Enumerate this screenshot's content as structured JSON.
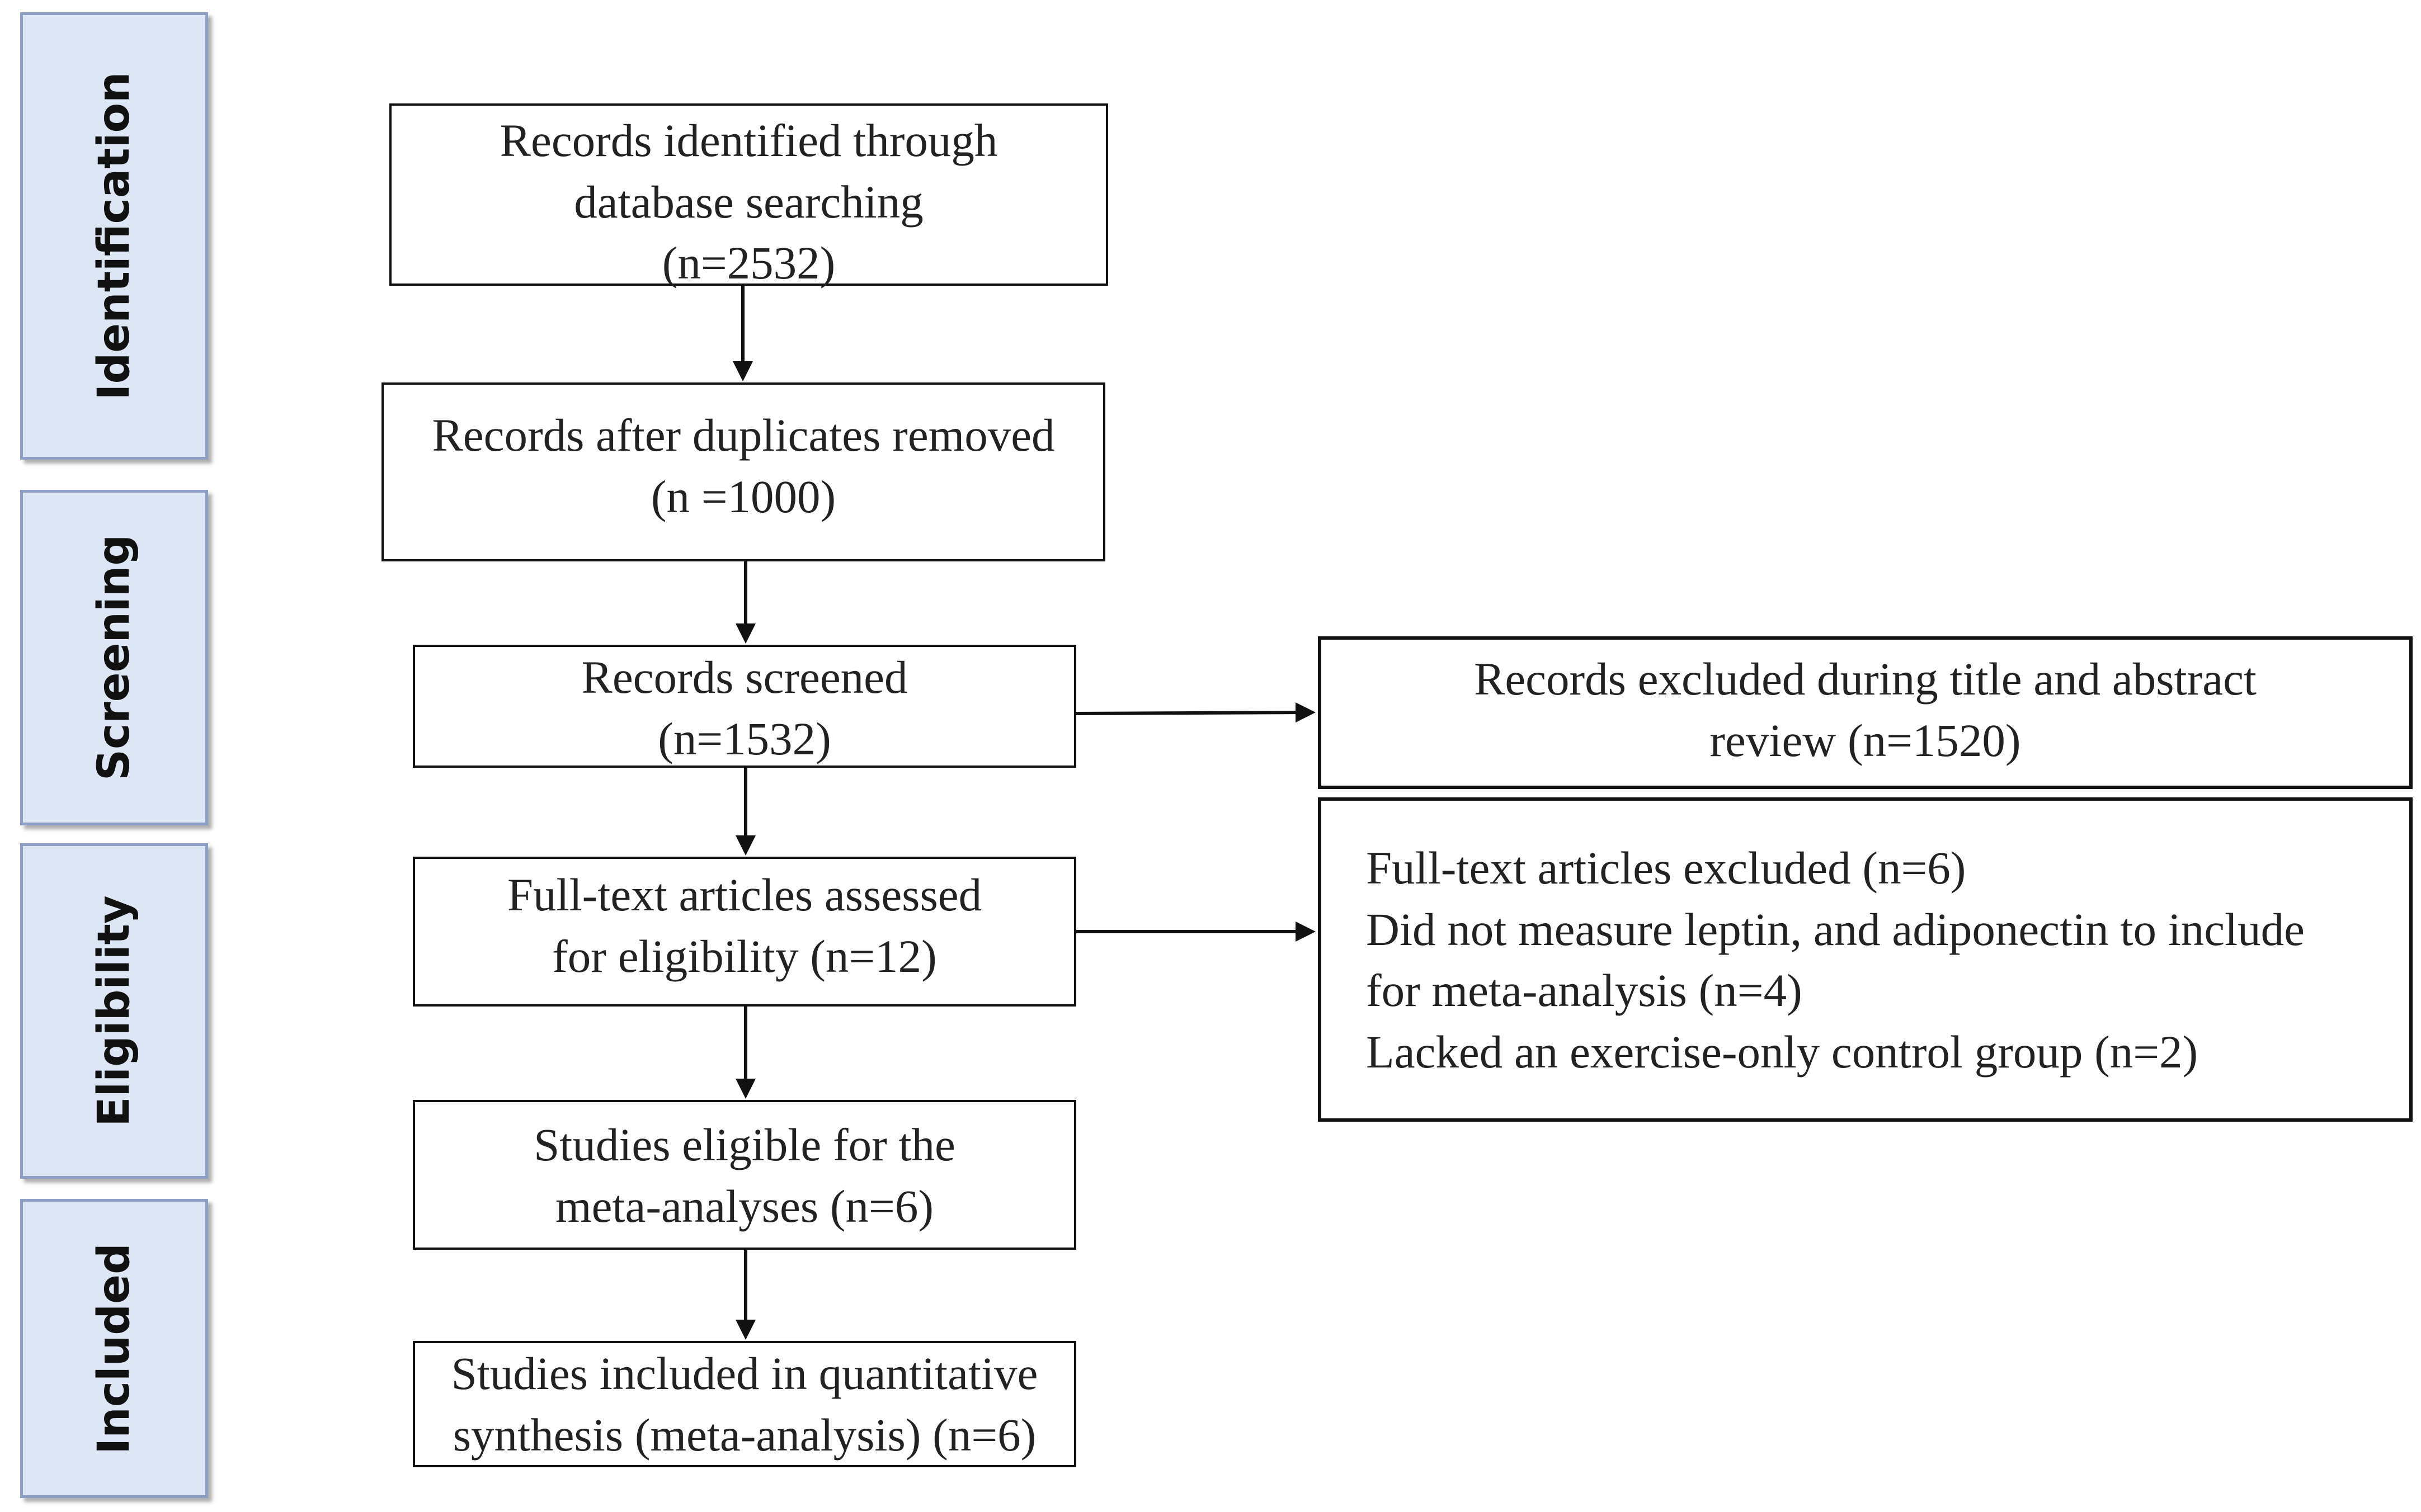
{
  "phases": [
    {
      "id": "identification",
      "label": "Identification"
    },
    {
      "id": "screening",
      "label": "Screening"
    },
    {
      "id": "eligibility",
      "label": "Eligibility"
    },
    {
      "id": "included",
      "label": "Included"
    }
  ],
  "boxes": {
    "identified": {
      "lines": [
        "Records identified through",
        "database searching",
        "(n=2532)"
      ]
    },
    "duplicates_removed": {
      "lines": [
        "Records after duplicates removed",
        "(n =1000)"
      ]
    },
    "screened": {
      "lines": [
        "Records screened",
        "(n=1532)"
      ]
    },
    "excluded_title_abstract": {
      "lines": [
        "Records excluded during title and abstract",
        "review (n=1520)"
      ]
    },
    "full_text_assessed": {
      "lines": [
        "Full-text articles assessed",
        "for eligibility (n=12)"
      ]
    },
    "full_text_excluded": {
      "lines": [
        "Full-text articles excluded (n=6)",
        "Did not measure leptin, and adiponectin to include",
        "for meta-analysis (n=4)",
        "Lacked an exercise-only control group (n=2)"
      ]
    },
    "eligible": {
      "lines": [
        "Studies eligible for the",
        "meta-analyses (n=6)"
      ]
    },
    "included": {
      "lines": [
        "Studies included in quantitative",
        "synthesis (meta-analysis) (n=6)"
      ]
    }
  },
  "colors": {
    "phase_fill": "#dce6f5",
    "phase_border": "#8e9fc6",
    "line": "#111111"
  }
}
